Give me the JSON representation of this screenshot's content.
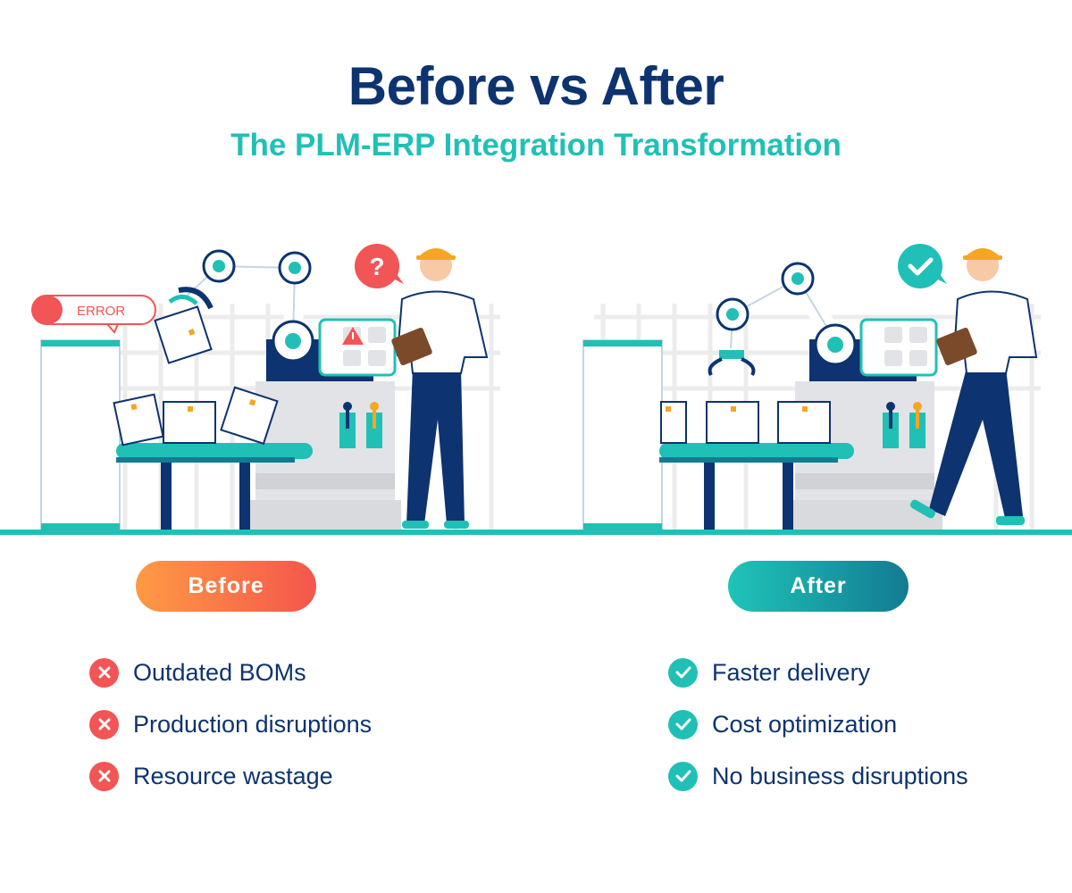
{
  "header": {
    "title": "Before vs After",
    "subtitle": "The PLM-ERP Integration Transformation"
  },
  "illustration": {
    "error_label": "ERROR",
    "before_bubble_icon": "question-mark-icon",
    "after_bubble_icon": "checkmark-icon",
    "warning_icon": "warning-triangle-icon"
  },
  "before": {
    "label": "Before",
    "icon": "x-mark-icon",
    "items": [
      "Outdated BOMs",
      "Production disruptions",
      "Resource wastage"
    ]
  },
  "after": {
    "label": "After",
    "icon": "check-icon",
    "items": [
      "Faster delivery",
      "Cost optimization",
      "No business disruptions"
    ]
  },
  "colors": {
    "navy": "#0d3370",
    "teal": "#20c0b6",
    "red": "#f25555",
    "orange": "#ff9a45",
    "dark_teal": "#137b93"
  }
}
